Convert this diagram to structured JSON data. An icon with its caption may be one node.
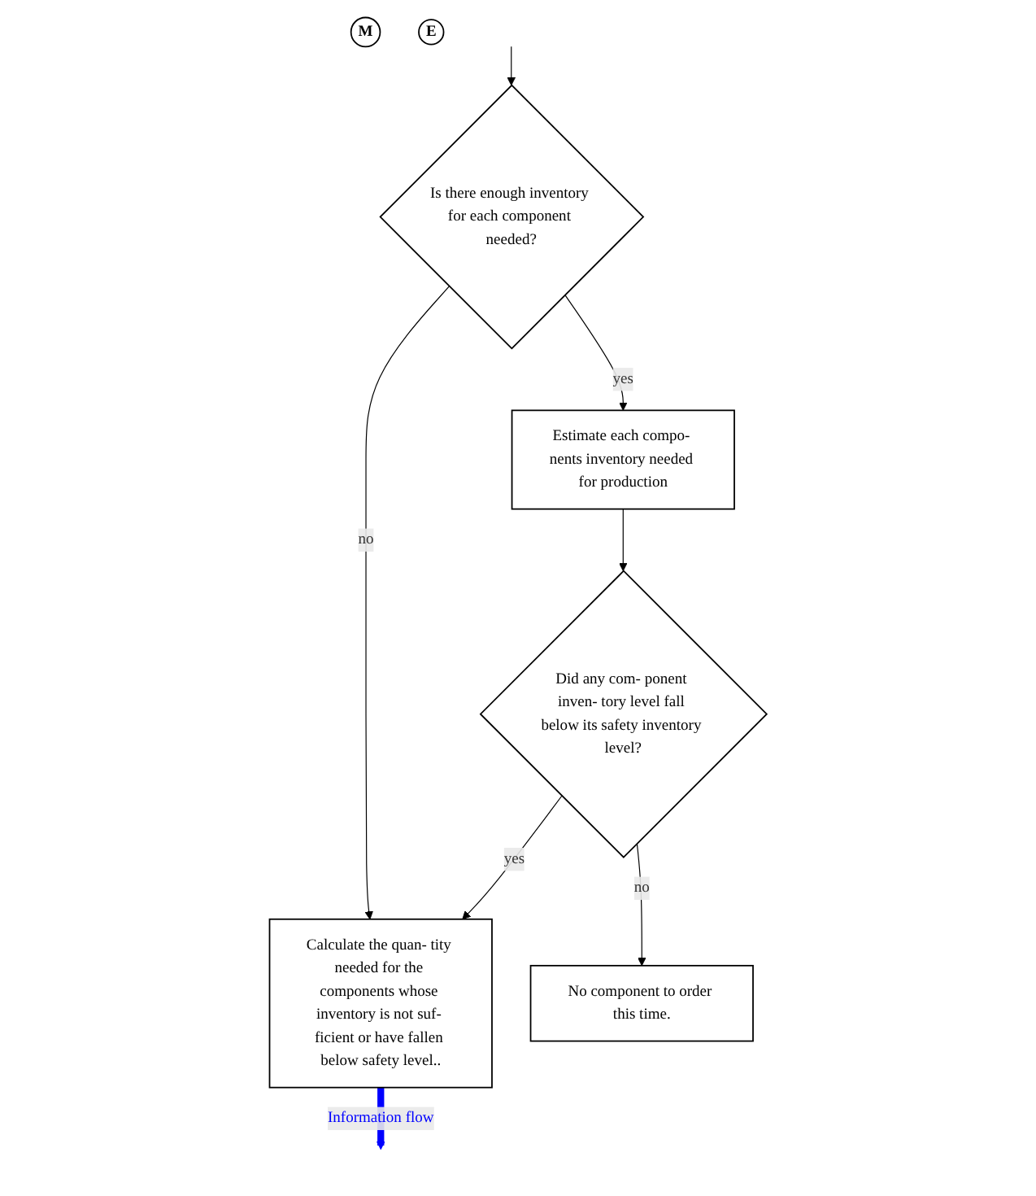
{
  "diagram": {
    "nodes": [
      {
        "text": [
          "M"
        ]
      },
      {
        "text": [
          "Is there enough inventory for each component needed?"
        ]
      },
      {
        "text": [
          "Estimate each compo- nents inventory needed for production"
        ]
      },
      {
        "text": [
          "Calculate the quan- tity needed for the components whose inventory is not suf- ficient or have fallen below safety level.."
        ]
      },
      {
        "text": [
          "E"
        ]
      },
      {
        "text": [
          "Did any com- ponent inven- tory level fall below its safety inventory level?"
        ]
      },
      {
        "text": [
          "No component to order this time."
        ]
      }
    ],
    "edges": [
      {
        "from": null,
        "to": 1,
        "arrow": "to"
      },
      {
        "from": 1,
        "to": 2,
        "arrow": "to",
        "label": "yes"
      },
      {
        "from": 1,
        "to": 3,
        "arrow": "to",
        "label": "no"
      },
      {
        "from": 2,
        "to": 5,
        "arrow": "to"
      },
      {
        "from": 5,
        "to": 3,
        "arrow": "to",
        "label": "yes"
      },
      {
        "from": 5,
        "to": 6,
        "arrow": "to",
        "label": "no"
      },
      {
        "from": 3,
        "to": null,
        "arrow": "to",
        "label": "Information flow",
        "style": "thick",
        "color": "#0000ff"
      }
    ]
  }
}
